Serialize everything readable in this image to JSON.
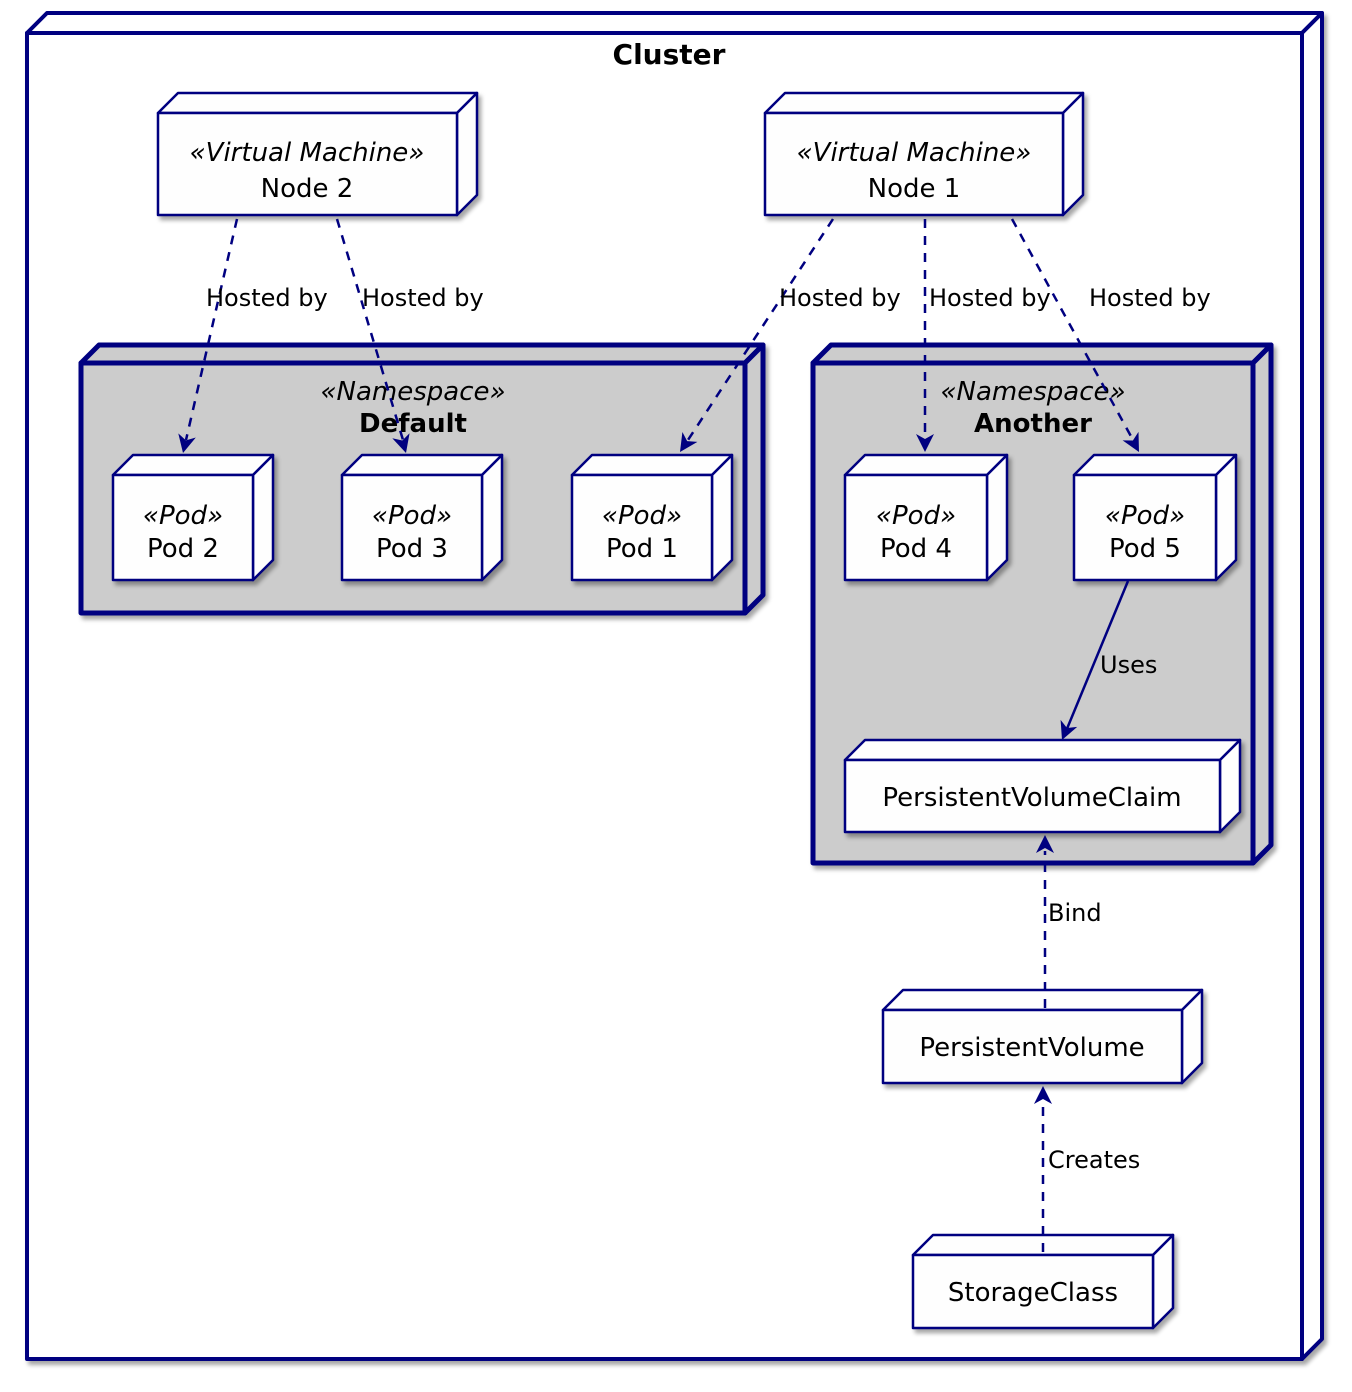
{
  "cluster": {
    "label": "Cluster"
  },
  "vm_nodes": {
    "node2": {
      "stereotype": "«Virtual Machine»",
      "name": "Node 2"
    },
    "node1": {
      "stereotype": "«Virtual Machine»",
      "name": "Node 1"
    }
  },
  "namespaces": {
    "default": {
      "stereotype": "«Namespace»",
      "name": "Default"
    },
    "another": {
      "stereotype": "«Namespace»",
      "name": "Another"
    }
  },
  "pods": {
    "pod2": {
      "stereotype": "«Pod»",
      "name": "Pod 2"
    },
    "pod3": {
      "stereotype": "«Pod»",
      "name": "Pod 3"
    },
    "pod1": {
      "stereotype": "«Pod»",
      "name": "Pod 1"
    },
    "pod4": {
      "stereotype": "«Pod»",
      "name": "Pod 4"
    },
    "pod5": {
      "stereotype": "«Pod»",
      "name": "Pod 5"
    }
  },
  "storage": {
    "pvc": {
      "name": "PersistentVolumeClaim"
    },
    "pv": {
      "name": "PersistentVolume"
    },
    "sc": {
      "name": "StorageClass"
    }
  },
  "edges": {
    "hosted_by": [
      "Hosted by",
      "Hosted by",
      "Hosted by",
      "Hosted by",
      "Hosted by"
    ],
    "uses": "Uses",
    "bind": "Bind",
    "creates": "Creates"
  },
  "colors": {
    "border": "#000080",
    "namespace_fill": "#CCCCCC",
    "node_fill": "#FEFEFE",
    "text": "#000000",
    "background": "#FFFFFF"
  }
}
